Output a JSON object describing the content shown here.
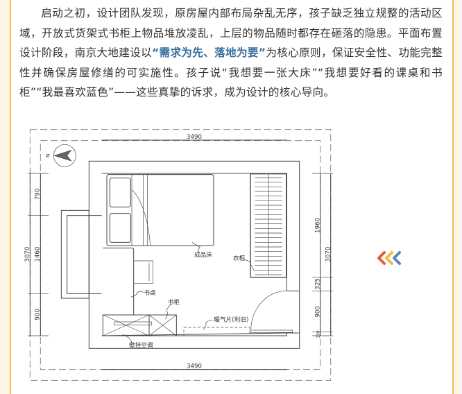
{
  "article": {
    "para_before": "启动之初，设计团队发现，原房屋内部布局杂乱无序，孩子缺乏独立规整的活动区域，开放式货架式书柜上物品堆放凌乱，上层的物品随时都存在砸落的隐患。平面布置设计阶段，南京大地建设以",
    "para_highlight": "“需求为先、落地为要”",
    "para_after": "为核心原则，保证安全性、功能完整性并确保房屋修缮的可实施性。孩子说“我想要一张大床”“我想要好看的课桌和书柜”“我最喜欢蓝色”——这些真挚的诉求，成为设计的核心导向。"
  },
  "floor_plan": {
    "dim_top": "3490",
    "dim_bottom": "3490",
    "dim_left_total": "3070",
    "dim_left": [
      "790",
      "1460",
      "900"
    ],
    "dim_right_total": "3070",
    "dim_right": [
      "1960",
      "325",
      "900",
      "150"
    ],
    "compass": "N",
    "labels": {
      "bed": "成品床",
      "wardrobe": "衣柜",
      "desk": "书桌",
      "bookcase": "书柜",
      "radiator": "暖气片(利旧)",
      "ac": "壁挂空调"
    }
  },
  "colors": {
    "accent": "#f5b94a",
    "highlight": "#3a6f9e",
    "arrow1": "#e85a3c",
    "arrow2": "#f5b94a",
    "arrow3": "#5b86b5"
  }
}
